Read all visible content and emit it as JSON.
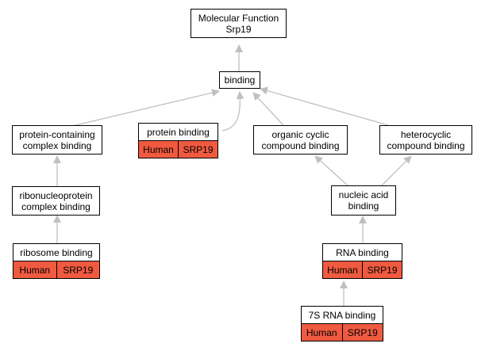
{
  "colors": {
    "annotation_fill": "#f05a40",
    "edge": "#c0c0c0",
    "border": "#000000"
  },
  "nodes": {
    "molecular_function": {
      "line1": "Molecular Function",
      "line2": "Srp19"
    },
    "binding": {
      "line1": "binding"
    },
    "protein_containing_complex_binding": {
      "line1": "protein-containing",
      "line2": "complex binding"
    },
    "protein_binding": {
      "line1": "protein binding",
      "species": "Human",
      "gene": "SRP19"
    },
    "organic_cyclic_compound_binding": {
      "line1": "organic cyclic",
      "line2": "compound binding"
    },
    "heterocyclic_compound_binding": {
      "line1": "heterocyclic",
      "line2": "compound binding"
    },
    "ribonucleoprotein_complex_binding": {
      "line1": "ribonucleoprotein",
      "line2": "complex binding"
    },
    "nucleic_acid_binding": {
      "line1": "nucleic acid",
      "line2": "binding"
    },
    "ribosome_binding": {
      "line1": "ribosome binding",
      "species": "Human",
      "gene": "SRP19"
    },
    "rna_binding": {
      "line1": "RNA binding",
      "species": "Human",
      "gene": "SRP19"
    },
    "rna_7s_binding": {
      "line1": "7S RNA binding",
      "species": "Human",
      "gene": "SRP19"
    }
  },
  "edges": [
    {
      "from": "binding",
      "to": "molecular_function"
    },
    {
      "from": "protein_containing_complex_binding",
      "to": "binding"
    },
    {
      "from": "protein_binding",
      "to": "binding"
    },
    {
      "from": "organic_cyclic_compound_binding",
      "to": "binding"
    },
    {
      "from": "heterocyclic_compound_binding",
      "to": "binding"
    },
    {
      "from": "ribonucleoprotein_complex_binding",
      "to": "protein_containing_complex_binding"
    },
    {
      "from": "ribosome_binding",
      "to": "ribonucleoprotein_complex_binding"
    },
    {
      "from": "nucleic_acid_binding",
      "to": "organic_cyclic_compound_binding"
    },
    {
      "from": "nucleic_acid_binding",
      "to": "heterocyclic_compound_binding"
    },
    {
      "from": "rna_binding",
      "to": "nucleic_acid_binding"
    },
    {
      "from": "rna_7s_binding",
      "to": "rna_binding"
    }
  ]
}
